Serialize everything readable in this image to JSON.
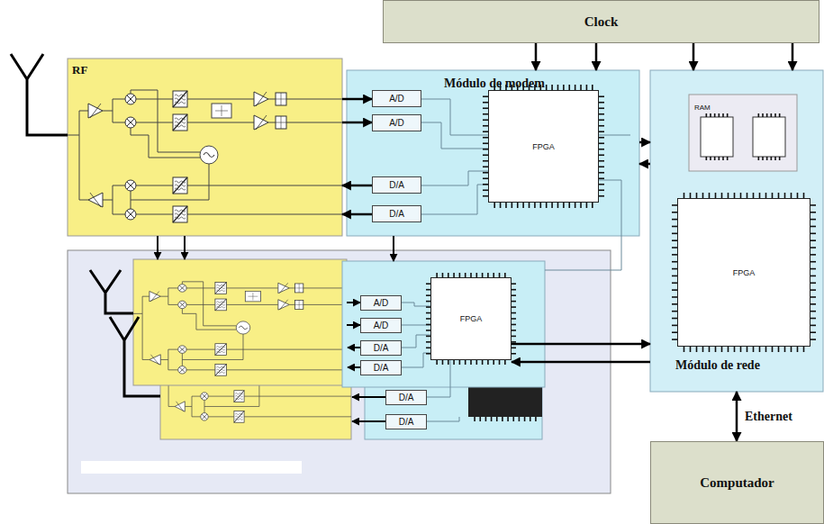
{
  "diagram": {
    "nodes": [
      {
        "text": [
          "Clock"
        ]
      },
      {
        "text": [
          "RF"
        ]
      },
      {
        "text": [
          "Módulo de modem"
        ]
      },
      {
        "text": [
          "A/D"
        ],
        "in": 2
      },
      {
        "text": [
          "A/D"
        ],
        "in": 2
      },
      {
        "text": [
          "FPGA"
        ],
        "in": 2
      },
      {
        "text": [
          "D/A"
        ],
        "in": 2
      },
      {
        "text": [
          "D/A"
        ],
        "in": 2
      },
      {
        "text": [
          "Módulo de rede"
        ]
      },
      {
        "text": [
          "RAM"
        ],
        "in": 8
      },
      {
        "text": [
          "FPGA"
        ],
        "in": 8
      },
      {
        "text": [
          "Computador"
        ]
      },
      {
        "text": [
          "A/D"
        ]
      },
      {
        "text": [
          "A/D"
        ]
      },
      {
        "text": [
          "FPGA"
        ]
      },
      {
        "text": [
          "D/A"
        ]
      },
      {
        "text": [
          "D/A"
        ]
      },
      {
        "text": [
          "D/A"
        ]
      },
      {
        "text": [
          "D/A"
        ]
      }
    ],
    "edges": [
      {
        "from": 0,
        "to": 2,
        "arrow": "to"
      },
      {
        "from": 0,
        "to": 2,
        "arrow": "to"
      },
      {
        "from": 0,
        "to": 8,
        "arrow": "to"
      },
      {
        "from": 0,
        "to": 8,
        "arrow": "to"
      },
      {
        "from": 2,
        "to": 8,
        "arrow": "to"
      },
      {
        "from": 8,
        "to": 2,
        "arrow": "to"
      },
      {
        "from": 14,
        "to": 8,
        "arrow": "to"
      },
      {
        "from": 8,
        "to": 14,
        "arrow": "to"
      },
      {
        "from": 8,
        "to": 11,
        "label": "Ethernet",
        "arrow": "both"
      },
      {
        "from": 1,
        "to": 3,
        "arrow": "to"
      },
      {
        "from": 1,
        "to": 4,
        "arrow": "to"
      },
      {
        "from": 6,
        "to": 1,
        "arrow": "to"
      },
      {
        "from": 7,
        "to": 1,
        "arrow": "to"
      }
    ]
  }
}
